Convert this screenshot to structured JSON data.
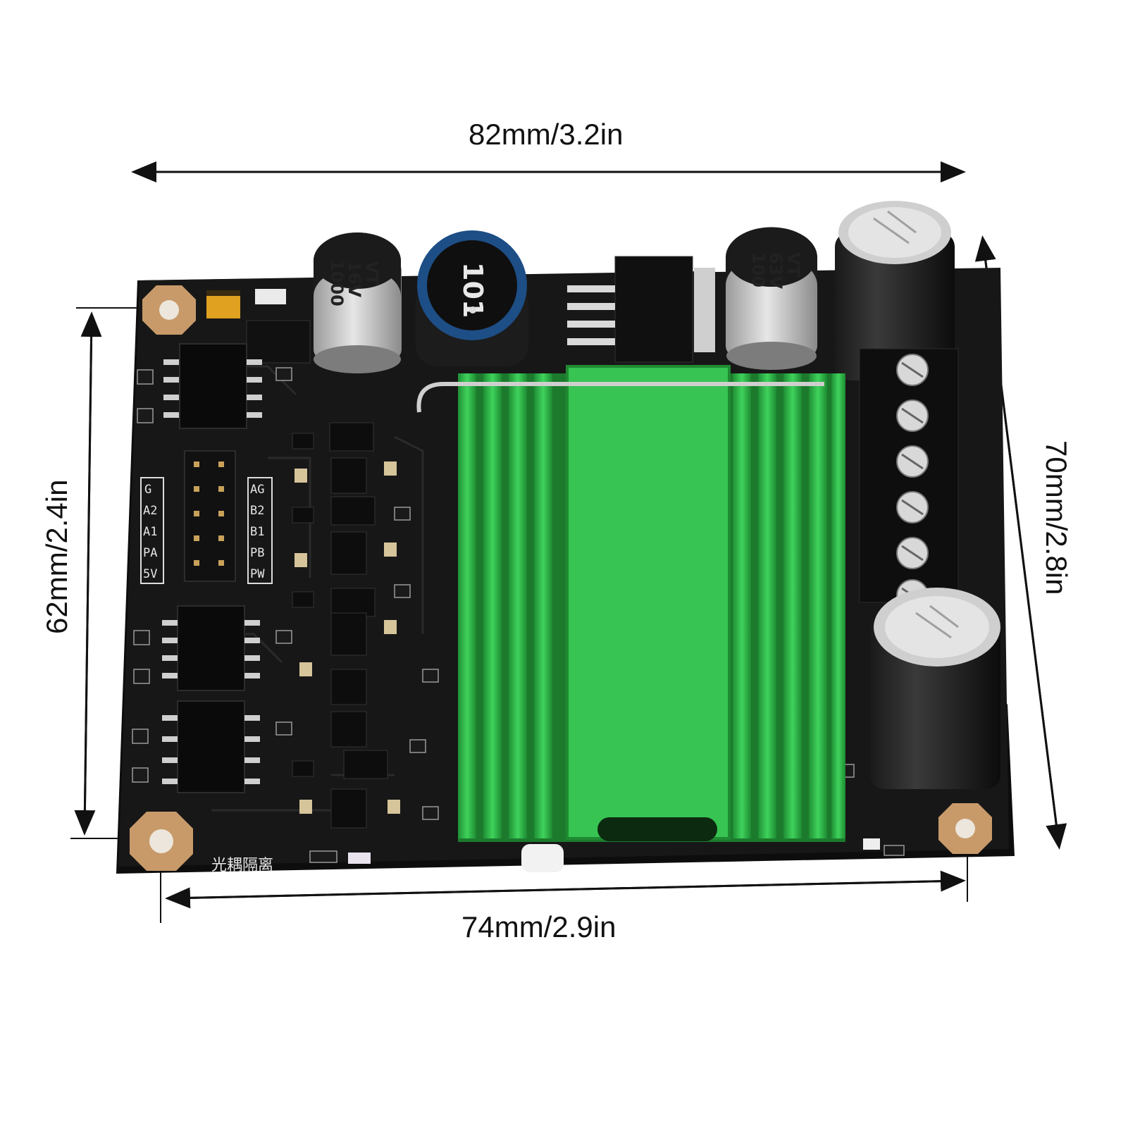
{
  "dimensions": {
    "top_width": "82mm/3.2in",
    "bottom_width": "74mm/2.9in",
    "left_height": "62mm/2.4in",
    "right_height": "70mm/2.8in"
  },
  "components": {
    "cap_small_left": [
      "1000",
      "16V",
      "VT"
    ],
    "inductor": "101",
    "cap_small_right": [
      "100",
      "63V",
      "VT"
    ]
  },
  "silkscreen": {
    "left_pins": [
      "G",
      "A2",
      "A1",
      "PA",
      "5V"
    ],
    "right_pins": [
      "AG",
      "B2",
      "B1",
      "PB",
      "PW"
    ],
    "bottom_label": "光耦隔离"
  },
  "colors": {
    "pcb": "#151515",
    "heatsink": "#2fb84a",
    "copper_pad": "#c89a6a",
    "arrow": "#111111"
  }
}
